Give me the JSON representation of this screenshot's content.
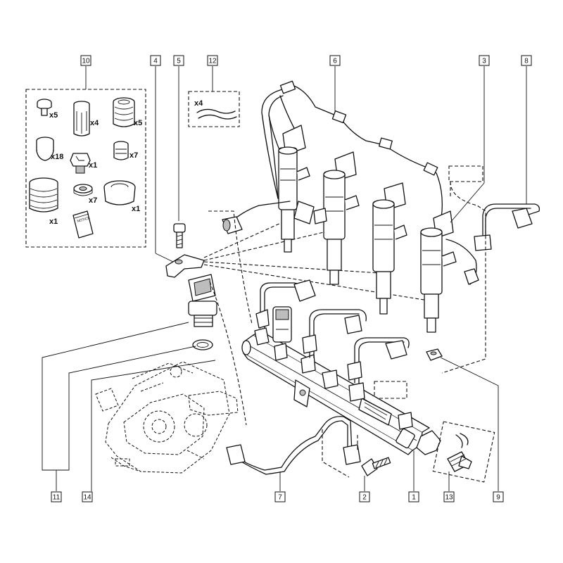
{
  "callouts": [
    "1",
    "2",
    "3",
    "4",
    "5",
    "6",
    "7",
    "8",
    "9",
    "10",
    "11",
    "12",
    "13",
    "14"
  ],
  "kit": {
    "qty": {
      "screw": "x5",
      "filter": "x4",
      "nut": "x5",
      "bolt_head": "x18",
      "valve": "x1",
      "cap": "x7",
      "sleeve": "x1",
      "washer": "x7",
      "bushing": "x1"
    },
    "booklet_label": "NOTICE"
  },
  "clips": {
    "qty": "x4"
  }
}
